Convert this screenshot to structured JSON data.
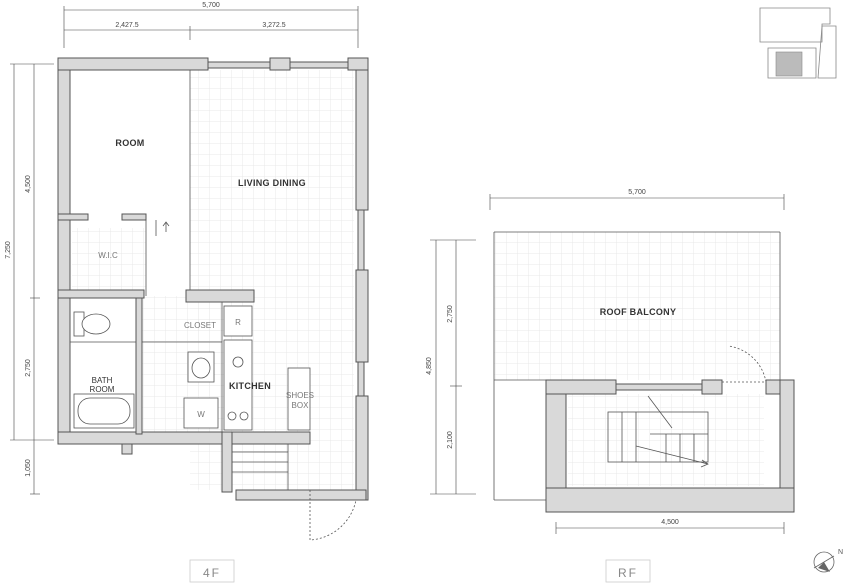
{
  "floor_4f": {
    "label": "4F",
    "rooms": {
      "room": "ROOM",
      "living": "LIVING DINING",
      "wic": "W.I.C",
      "closet": "CLOSET",
      "bath_1": "BATH",
      "bath_2": "ROOM",
      "kitchen": "KITCHEN",
      "shoes_1": "SHOES",
      "shoes_2": "BOX",
      "fridge": "R",
      "washer": "W"
    },
    "dims": {
      "total_width": "5,700",
      "left_width": "2,427.5",
      "right_width": "3,272.5",
      "height_total": "7,250",
      "height_top": "4,500",
      "height_mid": "2,750",
      "height_bottom": "1,050"
    }
  },
  "floor_rf": {
    "label": "RF",
    "rooms": {
      "balcony": "ROOF BALCONY"
    },
    "dims": {
      "total_width": "5,700",
      "bottom_width": "4,500",
      "height_total": "4,850",
      "height_top": "2,750",
      "height_bottom": "2,100"
    }
  },
  "colors": {
    "wall_fill": "#d9d9d9",
    "line": "#555555",
    "grid": "#e4e4e4"
  },
  "icons": [
    "north-arrow-icon",
    "key-plan-icon",
    "toilet-icon",
    "bathtub-icon",
    "stove-icon",
    "sink-icon"
  ]
}
